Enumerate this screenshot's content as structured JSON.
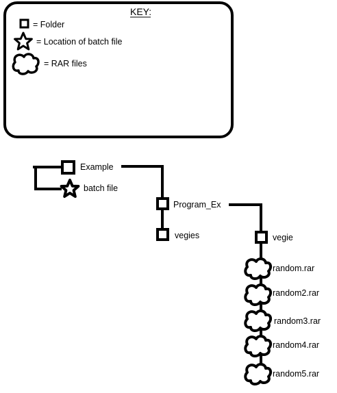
{
  "key": {
    "title": "KEY:",
    "items": [
      {
        "icon": "folder-icon",
        "label": "= Folder"
      },
      {
        "icon": "star-icon",
        "label": "= Location of batch file"
      },
      {
        "icon": "cloud-icon",
        "label": "= RAR files"
      }
    ]
  },
  "tree": {
    "example": "Example",
    "batch_file": "batch file",
    "program_ex": "Program_Ex",
    "vegies": "vegies",
    "vegie": "vegie",
    "rar_files": [
      "random.rar",
      "random2.rar",
      "random3.rar",
      "random4.rar",
      "random5.rar"
    ]
  },
  "colors": {
    "ink": "#000000",
    "background": "#ffffff"
  }
}
